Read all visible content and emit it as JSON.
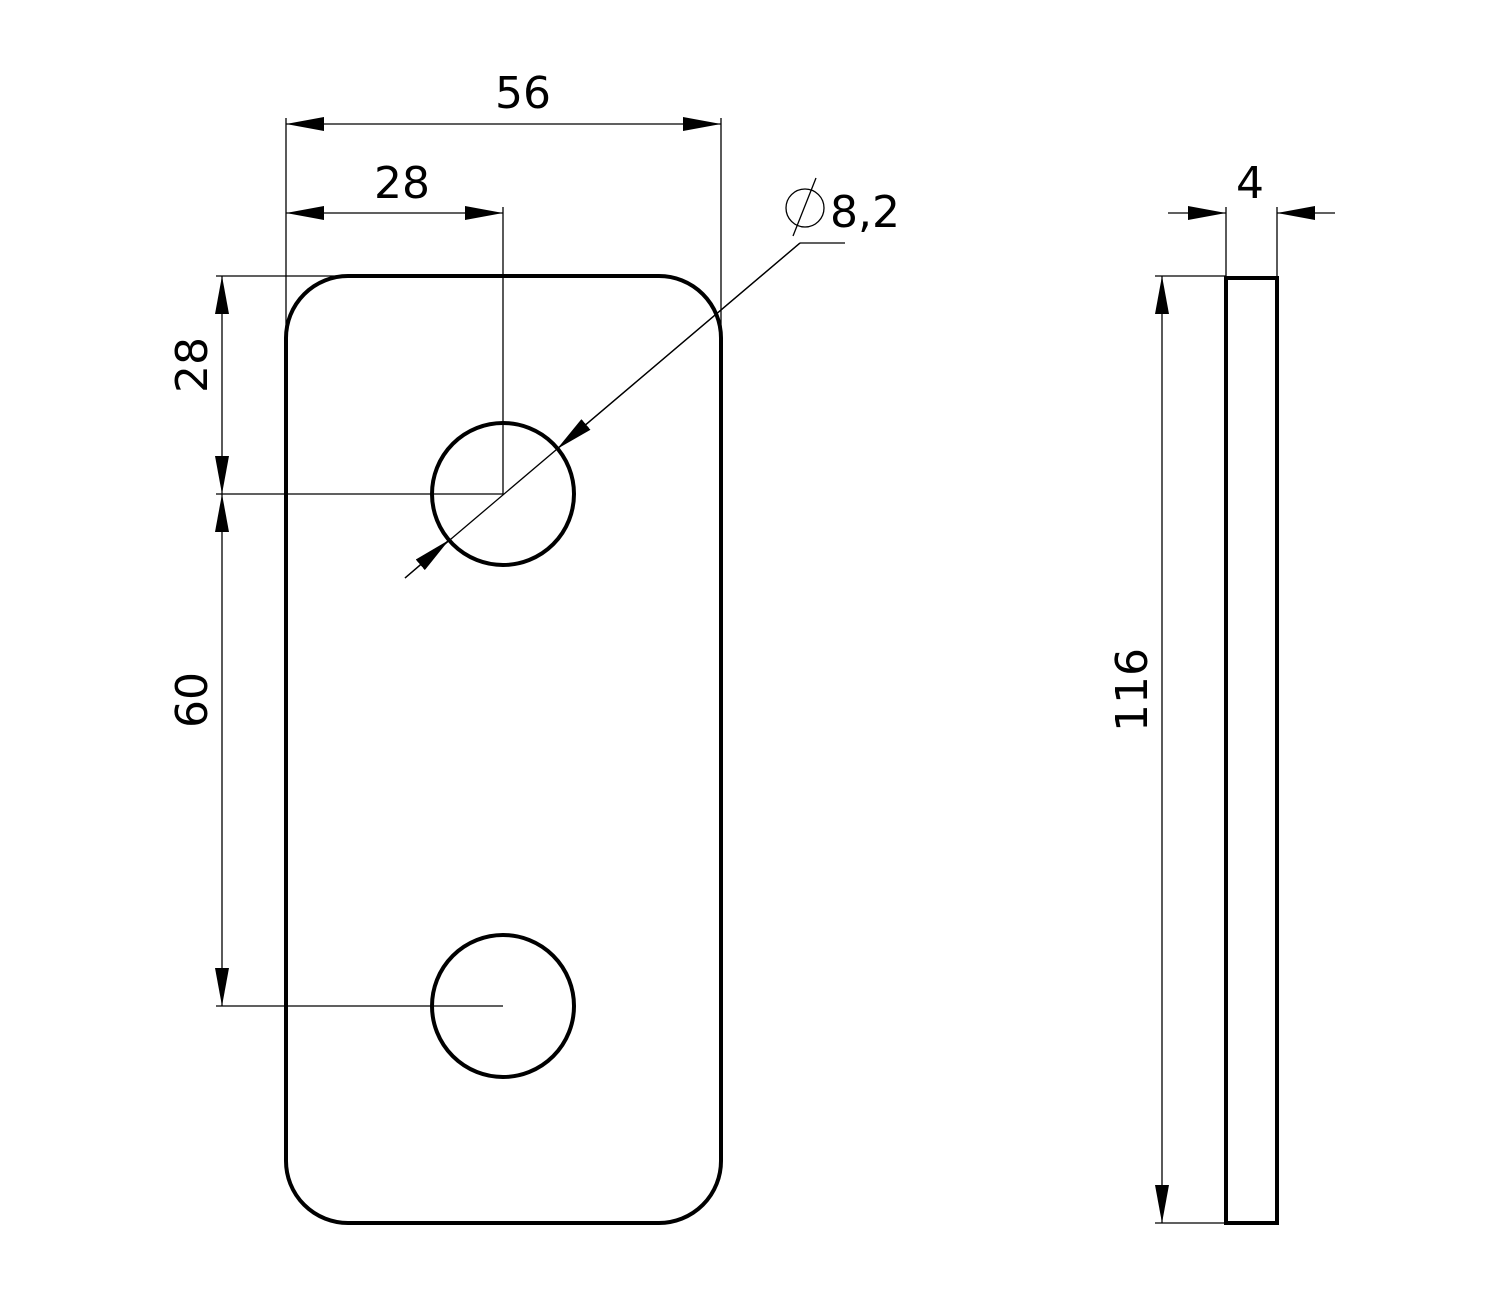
{
  "front_view": {
    "width_label": "56",
    "hole_x_label": "28",
    "hole_y_label": "28",
    "hole_spacing_label": "60",
    "hole_diameter_label": "8,2"
  },
  "side_view": {
    "thickness_label": "4",
    "height_label": "116"
  },
  "colors": {
    "line": "#000000",
    "background": "#ffffff"
  }
}
